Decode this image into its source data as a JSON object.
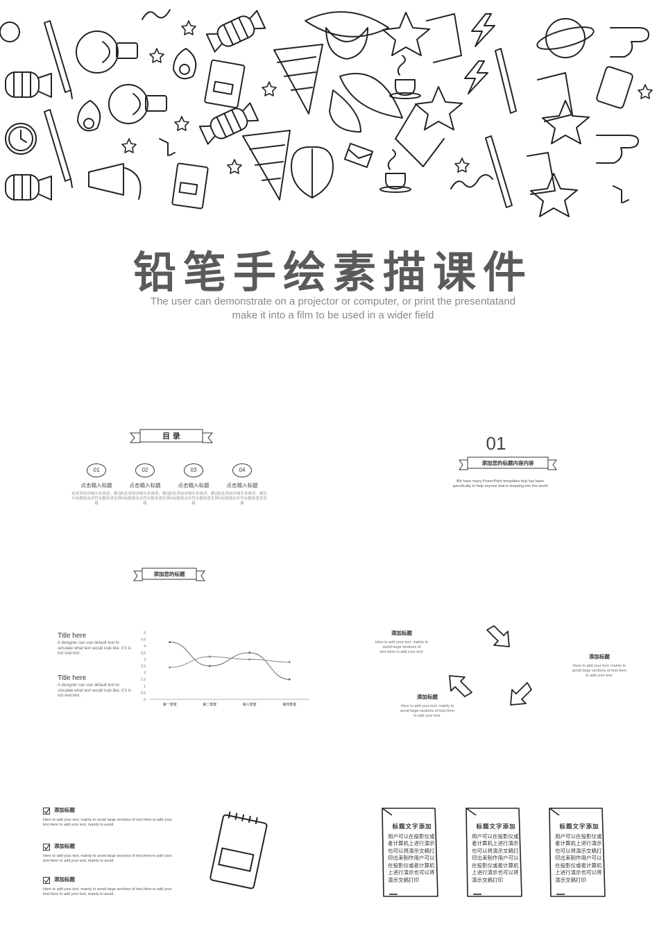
{
  "hero": {
    "title": "铅笔手绘素描课件",
    "subtitle_line1": "The user can demonstrate on a projector or computer, or print the presentatand",
    "subtitle_line2": "make it into a film to be used in a wider field"
  },
  "toc": {
    "ribbon": "目 录",
    "items": [
      {
        "num": "01",
        "title": "点击输入标题",
        "desc": "此处添加详细文本描述，建议与标题相关并符合整体语言风格"
      },
      {
        "num": "02",
        "title": "点击输入标题",
        "desc": "此处添加详细文本描述，建议与标题相关并符合整体语言风格"
      },
      {
        "num": "03",
        "title": "点击输入标题",
        "desc": "此处添加详细文本描述，建议与标题相关并符合整体语言风格"
      },
      {
        "num": "04",
        "title": "点击输入标题",
        "desc": "此处添加详细文本描述，建议与标题相关并符合整体语言风格"
      }
    ]
  },
  "section01": {
    "number": "01",
    "ribbon": "添加您的标题内容内容",
    "desc": "We have many PowerPoint templates that has been specifically to help anyone that is stepping into the world"
  },
  "chart_slide": {
    "ribbon": "添加您的标题",
    "blocks": [
      {
        "title": "Title  here",
        "text": "A designer can use default text to simulate what text would look like. If it is not real text."
      },
      {
        "title": "Title  here",
        "text": "A designer can use default text to simulate what text would look like. If it is not real text."
      }
    ]
  },
  "chart_data": {
    "type": "line",
    "categories": [
      "第一季度",
      "第二季度",
      "第三季度",
      "第四季度"
    ],
    "yticks": [
      "0",
      "0.5",
      "1",
      "1.5",
      "2",
      "2.5",
      "3",
      "3.5",
      "4",
      "4.5",
      "5"
    ],
    "ylim": [
      0,
      5
    ],
    "series": [
      {
        "values": [
          4.3,
          2.5,
          3.5,
          1.5
        ],
        "color": "#666666"
      },
      {
        "values": [
          2.4,
          3.2,
          3.0,
          2.8
        ],
        "color": "#888888"
      }
    ],
    "grid": false
  },
  "arrows_slide": {
    "items": [
      {
        "title": "添加标题",
        "text": "Here to add your text, mainly to avoid large sections of text.Here to add your text."
      },
      {
        "title": "添加标题",
        "text": "Here to add your text, mainly to avoid large sections of text.Here to add your text."
      },
      {
        "title": "添加标题",
        "text": "Here to add your text, mainly to avoid large sections of text.Here to add your text."
      }
    ]
  },
  "checklist_slide": {
    "items": [
      {
        "title": "添加标题",
        "text": "Here to add your text, mainly to avoid large sections of text.Here to add your text.Here to add your text, mainly to avoid ."
      },
      {
        "title": "添加标题",
        "text": "Here to add your text, mainly to avoid large sections of text.Here to add your text.Here to add your text, mainly to avoid ."
      },
      {
        "title": "添加标题",
        "text": "Here to add your text, mainly to avoid large sections of text.Here to add your text.Here to add your text, mainly to avoid ."
      }
    ]
  },
  "cards_slide": {
    "cards": [
      {
        "title": "标题文字添加",
        "text": "用户可以在投影仪或者计算机上进行演示也可以将演示文稿打印出来制作用户可以在投影仪或者计算机上进行演示也可以将演示文稿打印"
      },
      {
        "title": "标题文字添加",
        "text": "用户可以在投影仪或者计算机上进行演示也可以将演示文稿打印出来制作用户可以在投影仪或者计算机上进行演示也可以将演示文稿打印"
      },
      {
        "title": "标题文字添加",
        "text": "用户可以在投影仪或者计算机上进行演示也可以将演示文稿打印出来制作用户可以在投影仪或者计算机上进行演示也可以将演示文稿打印"
      }
    ]
  }
}
